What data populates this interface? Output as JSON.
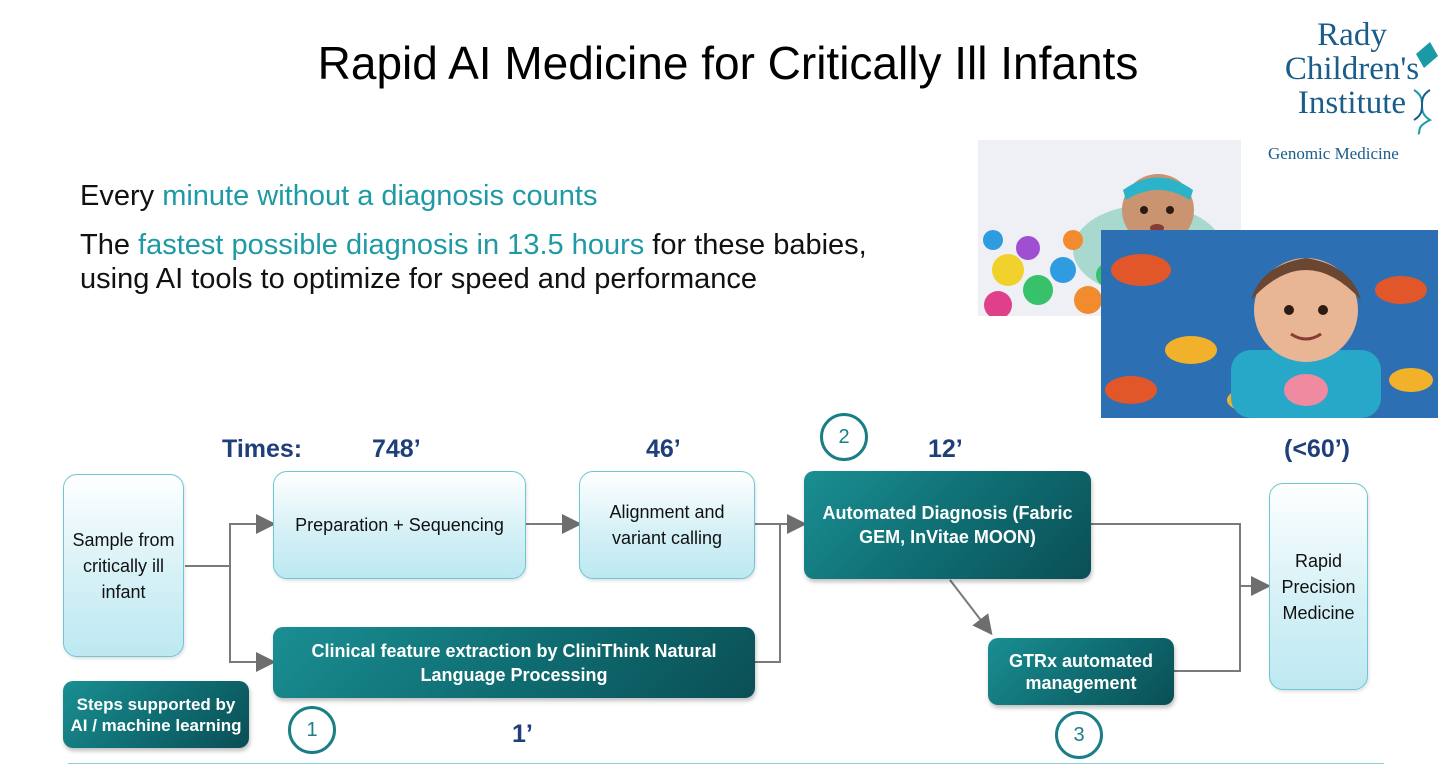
{
  "title": "Rapid AI Medicine for Critically Ill Infants",
  "logo": {
    "line1": "Rady",
    "line2": "Children's",
    "line3": "Institute",
    "subtitle": "Genomic Medicine"
  },
  "intro": {
    "line1_prefix": "Every ",
    "line1_highlight": "minute without a diagnosis counts",
    "line2_prefix": "The ",
    "line2_highlight": "fastest possible diagnosis in 13.5 hours",
    "line2_suffix": " for these babies,",
    "line3": "using AI tools to optimize for speed and performance"
  },
  "flow": {
    "times_label": "Times:",
    "times": {
      "prep": "748’",
      "align": "46’",
      "auto": "12’",
      "rapid": "(<60’)",
      "clinical": "1’"
    },
    "boxes": {
      "sample": "Sample from critically ill infant",
      "prep": "Preparation + Sequencing",
      "align": "Alignment and variant calling",
      "auto": "Automated Diagnosis (Fabric GEM, InVitae MOON)",
      "clinical": "Clinical feature extraction by CliniThink Natural Language Processing",
      "gtrx": "GTRx automated management",
      "rapid": "Rapid Precision Medicine",
      "legend": "Steps supported by AI / machine learning"
    },
    "markers": [
      "1",
      "2",
      "3"
    ]
  },
  "colors": {
    "teal_text": "#1f9aa5",
    "dark_box": "#0e6b70",
    "time_text": "#1f3f7a",
    "logo": "#1a5c8a"
  }
}
